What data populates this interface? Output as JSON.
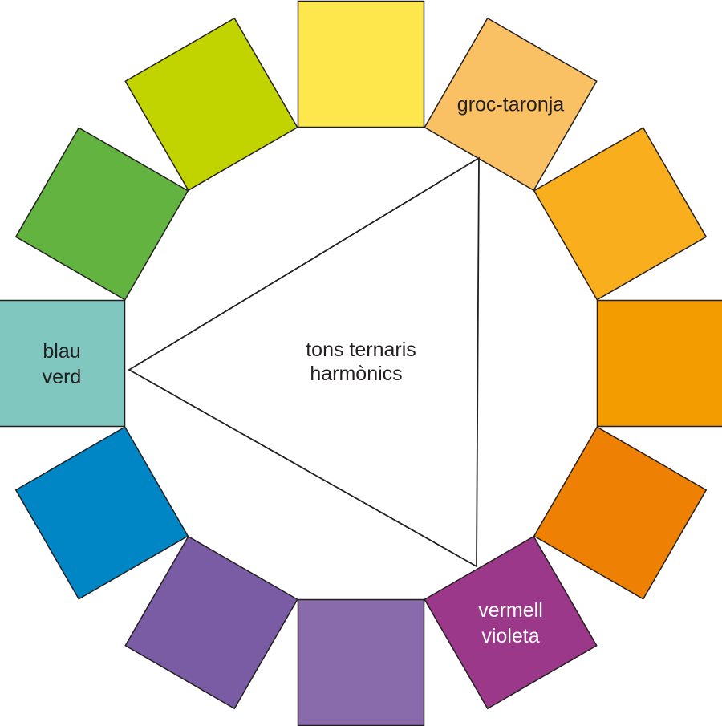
{
  "center_title": {
    "line1": "tons ternaris",
    "line2": "harmònics"
  },
  "swatches": [
    {
      "color": "#fde74c",
      "label": []
    },
    {
      "color": "#f9c064",
      "label": [
        "groc-taronja"
      ],
      "text_color": "#231f20"
    },
    {
      "color": "#f8ae1d",
      "label": []
    },
    {
      "color": "#f39c00",
      "label": []
    },
    {
      "color": "#ee8003",
      "label": []
    },
    {
      "color": "#9c388a",
      "label": [
        "vermell",
        "violeta"
      ],
      "text_color": "#ffffff"
    },
    {
      "color": "#896aab",
      "label": []
    },
    {
      "color": "#7a5ca5",
      "label": []
    },
    {
      "color": "#0086c4",
      "label": []
    },
    {
      "color": "#80c7bf",
      "label": [
        "blau",
        "verd"
      ],
      "text_color": "#231f20"
    },
    {
      "color": "#62b340",
      "label": []
    },
    {
      "color": "#c1d400",
      "label": []
    }
  ],
  "triangle_vertices": [
    "groc-taronja",
    "vermell violeta",
    "blau verd"
  ]
}
